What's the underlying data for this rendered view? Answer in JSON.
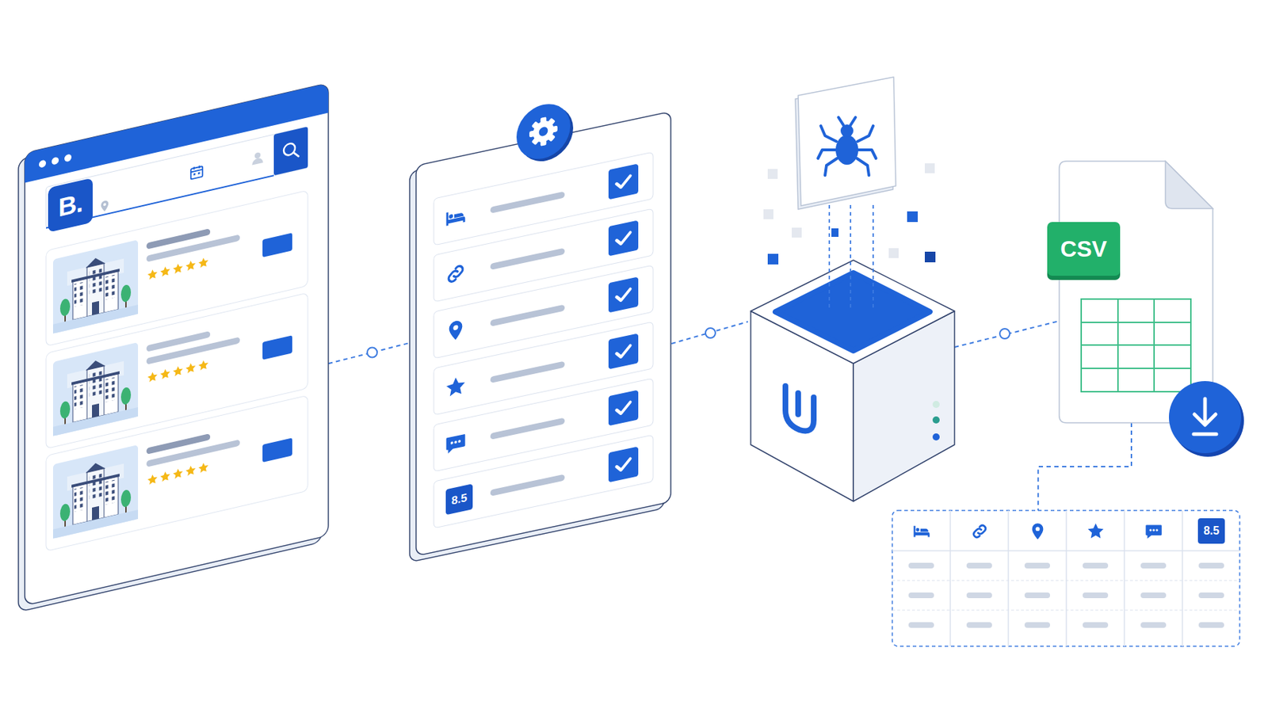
{
  "diagram": {
    "nodes": [
      {
        "text": [
          "B."
        ]
      },
      {
        "text": [
          "8.5"
        ]
      },
      {
        "text": [
          "CSV"
        ]
      },
      {
        "text": [
          "8.5"
        ]
      }
    ],
    "edges": [
      {
        "from": 0,
        "to": 1,
        "arrow": "none"
      },
      {
        "from": 2,
        "to": 3,
        "arrow": "none"
      }
    ]
  }
}
